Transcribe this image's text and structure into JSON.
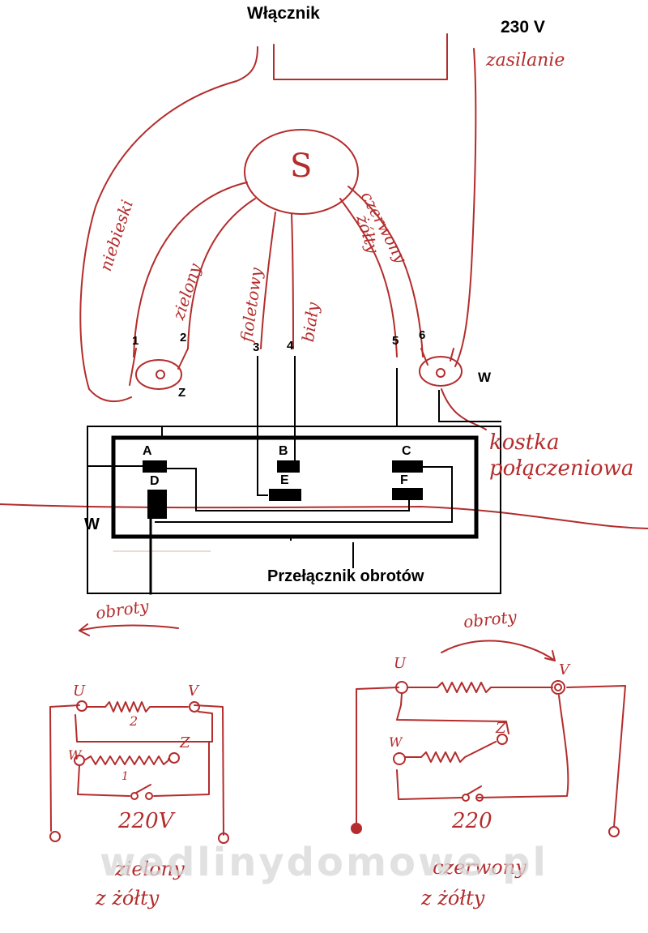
{
  "labels": {
    "switch": "Włącznik",
    "voltage": "230 V",
    "supply": "zasilanie",
    "capacitor": "S",
    "wire_colors": [
      "niebieski",
      "zielony",
      "fioletowy",
      "biały",
      "czerwony",
      "żółty"
    ],
    "terminal_numbers": [
      "1",
      "2",
      "3",
      "4",
      "5",
      "6"
    ],
    "z_marker": "Z",
    "w_marker_top": "W",
    "w_marker_left": "W",
    "connector_note": "kostka połączeniowa",
    "switch_title": "Przełącznik obrotów",
    "contacts": [
      "A",
      "B",
      "C",
      "D",
      "E",
      "F"
    ]
  },
  "left_schematic": {
    "rotation": "obroty",
    "terminals": [
      "U",
      "V",
      "W",
      "Z"
    ],
    "winding_numbers": [
      "2",
      "1"
    ],
    "voltage": "220V",
    "supply_1": "zielony",
    "supply_2": "z żółty"
  },
  "right_schematic": {
    "rotation": "obroty",
    "terminals": [
      "U",
      "V",
      "W",
      "Z"
    ],
    "voltage": "220",
    "supply_1": "czerwony",
    "supply_2": "z żółty"
  },
  "watermark": "wedlinydomowe.pl",
  "colors": {
    "ink": "#000000",
    "pen": "#b42c2c",
    "watermark": "#d7d7d7"
  }
}
